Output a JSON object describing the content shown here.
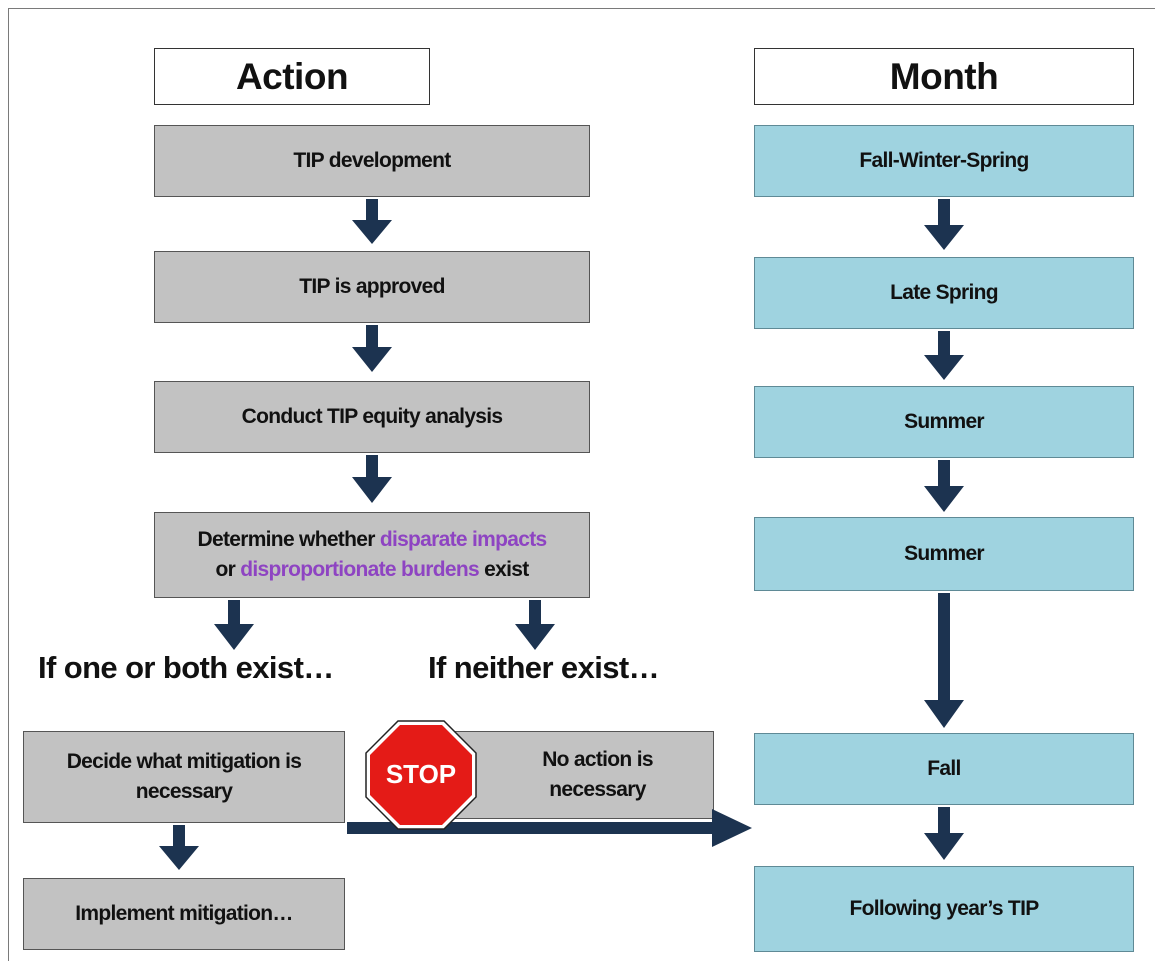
{
  "headers": {
    "action": "Action",
    "month": "Month"
  },
  "actions": {
    "tip_development": "TIP development",
    "tip_approved": "TIP is approved",
    "conduct_analysis": "Conduct TIP equity analysis",
    "determine": {
      "line1_prefix": "Determine whether ",
      "line1_highlight": "disparate impacts",
      "line2_prefix": "or ",
      "line2_highlight": "disproportionate burdens",
      "line2_suffix": " exist"
    },
    "decide_mitigation": "Decide what mitigation is necessary",
    "implement_mitigation": "Implement mitigation…",
    "no_action": "No action is necessary"
  },
  "conditions": {
    "one_or_both": "If one or both exist…",
    "neither": "If neither exist…"
  },
  "stop_sign": {
    "label": "STOP",
    "color": "#e41b17"
  },
  "months": {
    "fall_winter_spring": "Fall-Winter-Spring",
    "late_spring": "Late Spring",
    "summer_1": "Summer",
    "summer_2": "Summer",
    "fall": "Fall",
    "following_year": "Following year’s TIP"
  },
  "colors": {
    "action_box": "#c2c2c2",
    "month_box": "#9fd3e0",
    "arrow": "#1c3350",
    "highlight_text": "#8e44c2"
  }
}
